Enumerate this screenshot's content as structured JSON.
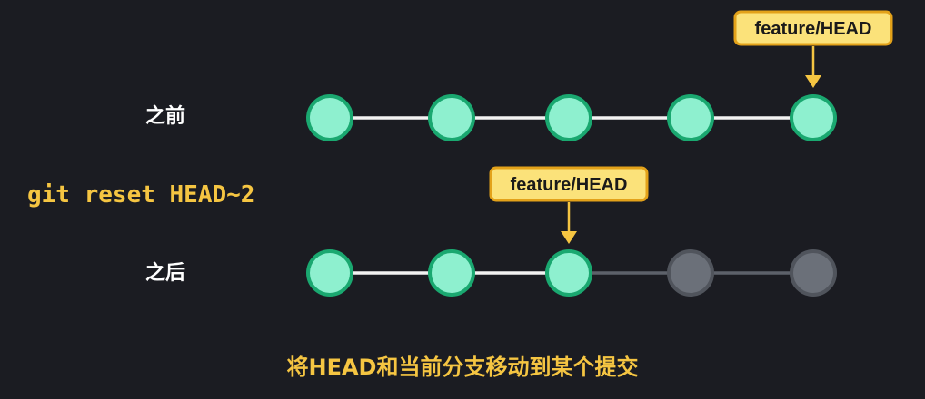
{
  "labels": {
    "before": "之前",
    "after": "之后"
  },
  "command": "git reset HEAD~2",
  "caption": "将HEAD和当前分支移动到某个提交",
  "before_row": {
    "commits": 5,
    "head_index": 4,
    "tag": "feature/HEAD"
  },
  "after_row": {
    "commits": 5,
    "active_count": 3,
    "head_index": 2,
    "tag": "feature/HEAD"
  },
  "colors": {
    "background": "#1b1c22",
    "active_fill": "#8ef0cf",
    "active_stroke": "#1aa870",
    "inactive_fill": "#6b7079",
    "inactive_stroke": "#50545c",
    "active_line": "#f2f2f2",
    "inactive_line": "#5d616a",
    "tag_fill": "#fbe27a",
    "tag_stroke": "#e3a21a",
    "arrow": "#f5c542",
    "accent_text": "#f5c542"
  }
}
